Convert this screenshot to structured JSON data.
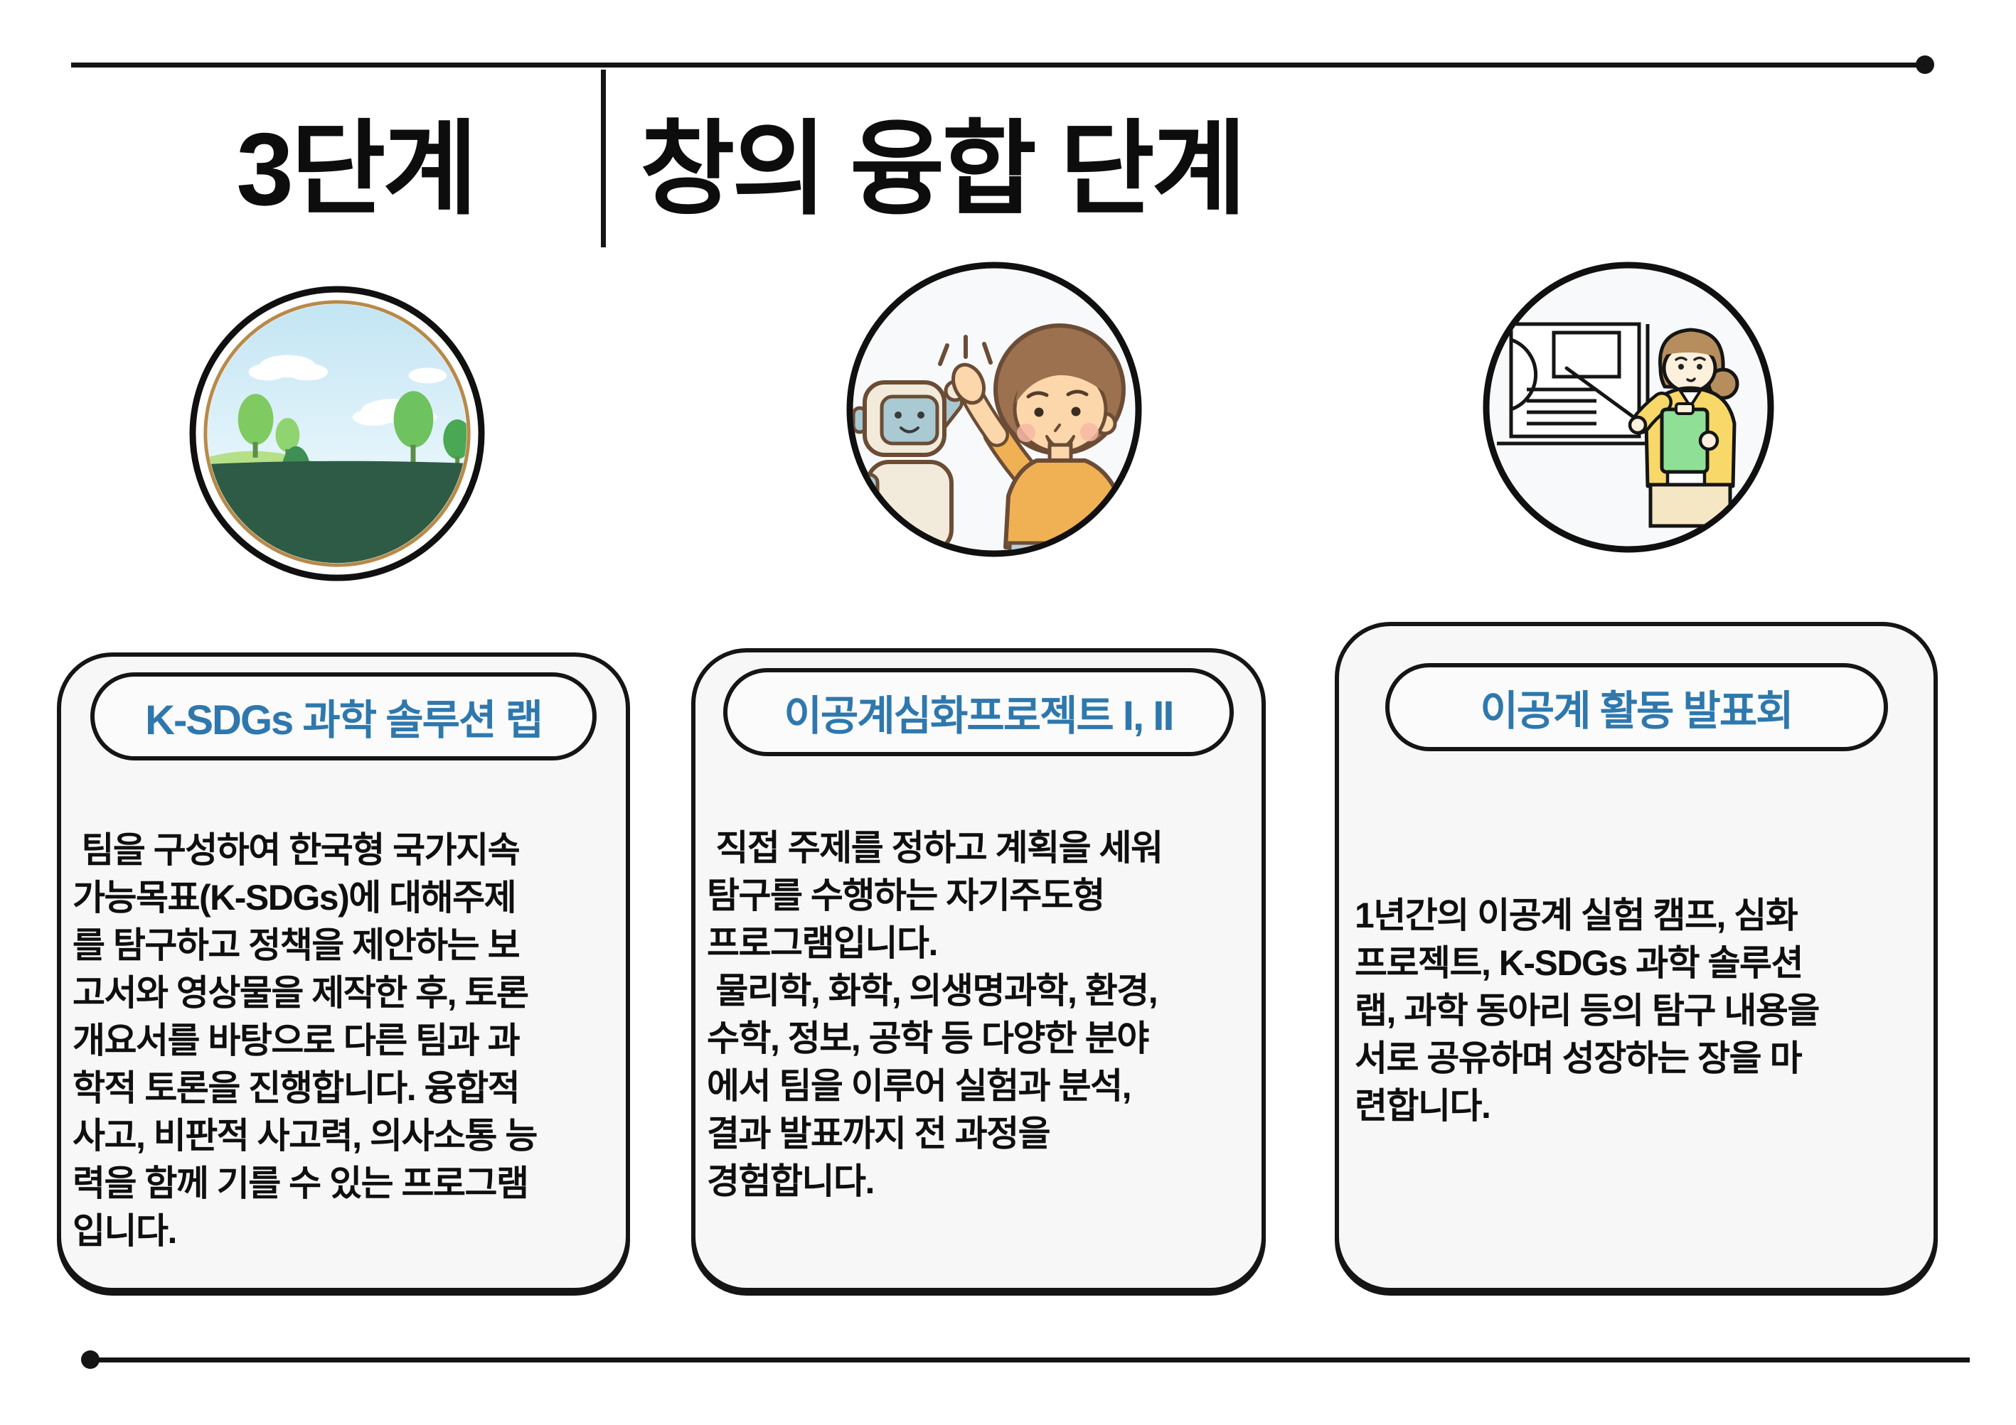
{
  "page": {
    "stage_label": "3단계",
    "stage_title": "창의 융합 단계"
  },
  "colors": {
    "accent_blue": "#2E78AD",
    "ink": "#151515",
    "card_background": "#F7F7F7",
    "gold_ring": "#B8894A"
  },
  "cards": [
    {
      "title": "K-SDGs 과학 솔루션 랩",
      "body": " 팀을 구성하여 한국형 국가지속\n가능목표(K-SDGs)에 대해주제\n를 탐구하고 정책을 제안하는 보\n고서와 영상물을 제작한 후, 토론\n개요서를 바탕으로 다른 팀과 과\n학적 토론을 진행합니다. 융합적\n사고, 비판적 사고력, 의사소통 능\n력을 함께 기를 수 있는 프로그램\n입니다.",
      "illustration": "nature-landscape-icon"
    },
    {
      "title": "이공계심화프로젝트 I, II",
      "body": " 직접 주제를 정하고 계획을 세워\n탐구를 수행하는 자기주도형\n프로그램입니다.\n 물리학, 화학, 의생명과학, 환경,\n수학, 정보, 공학 등 다양한 분야\n에서 팀을 이루어 실험과 분석,\n결과 발표까지 전 과정을\n경험합니다.",
      "illustration": "robot-highfive-icon"
    },
    {
      "title": "이공계 활동 발표회",
      "body": "1년간의 이공계 실험 캠프, 심화\n프로젝트, K-SDGs 과학 솔루션\n랩, 과학 동아리 등의 탐구 내용을\n서로 공유하며 성장하는 장을 마\n련합니다.",
      "illustration": "presentation-icon"
    }
  ]
}
